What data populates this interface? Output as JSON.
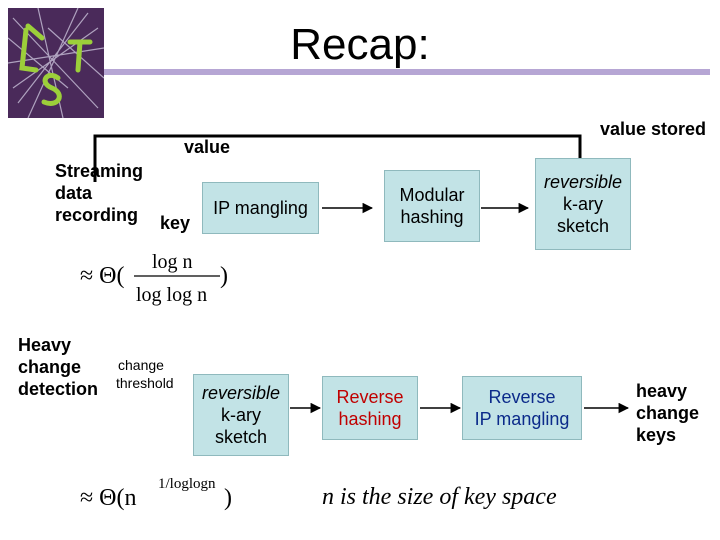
{
  "slide": {
    "title": "Recap:",
    "value_stored_label": "value stored",
    "value_label": "value",
    "key_label": "key",
    "recording": {
      "label": "Streaming\ndata\nrecording",
      "boxes": {
        "ip_mangling": "IP mangling",
        "modular_hashing": "Modular\nhashing",
        "sketch_1": "reversible",
        "sketch_2": "k-ary\nsketch"
      },
      "formula": {
        "prefix": "≈ Θ(",
        "numerator": "log n",
        "denominator": "log log n",
        "suffix": ")"
      }
    },
    "detection": {
      "label": "Heavy\nchange\ndetection",
      "change_label": "change",
      "threshold_label": "threshold",
      "boxes": {
        "sketch_1": "reversible",
        "sketch_2": "k-ary\nsketch",
        "reverse_hashing": "Reverse\nhashing",
        "reverse_ip_mangling": "Reverse\nIP mangling"
      },
      "output_label": "heavy\nchange\nkeys",
      "formula": {
        "prefix": "≈ Θ(n",
        "exponent": "1/loglogn",
        "suffix": ")"
      }
    },
    "footnote": "n is the size of key space",
    "colors": {
      "box_fill": "#c2e3e6",
      "title_rule": "#b6a6d4",
      "reverse_text": "#c00000",
      "reverse_ip_text": "#0b2a8a"
    }
  }
}
